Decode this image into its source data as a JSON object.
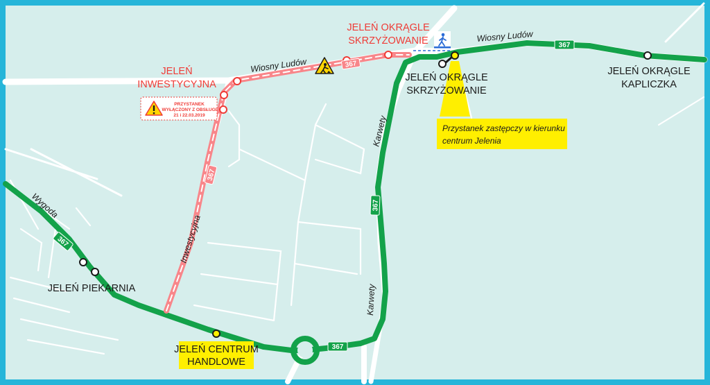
{
  "colors": {
    "frame": "#26b5d9",
    "land": "#d6eeec",
    "street": "#ffffff",
    "route": "#13a24a",
    "detour": "#f8868a",
    "detour_dash": "#ffffff",
    "accent_red": "#ef3b36",
    "highlight": "#ffef00"
  },
  "line_number": "367",
  "streets": {
    "wiosny_ludow_left": "Wiosny Ludów",
    "wiosny_ludow_right": "Wiosny Ludów",
    "inwestycyjna": "Inwestycyjna",
    "karwety_upper": "Karwety",
    "karwety_lower": "Karwety",
    "wygoda": "Wygoda"
  },
  "stops": {
    "inwestycyjna": {
      "line1": "JELEŃ",
      "line2": "INWESTYCYJNA"
    },
    "okragle_closed": {
      "line1": "JELEŃ OKRĄGLE",
      "line2": "SKRZYŻOWANIE"
    },
    "okragle": {
      "line1": "JELEŃ OKRĄGLE",
      "line2": "SKRZYŻOWANIE"
    },
    "kapliczka": {
      "line1": "JELEŃ OKRĄGLE",
      "line2": "KAPLICZKA"
    },
    "piekarnia": {
      "line1": "JELEŃ PIEKARNIA"
    },
    "centrum": {
      "line1": "JELEŃ CENTRUM",
      "line2": "HANDLOWE"
    }
  },
  "closure_notice": {
    "line1": "PRZYSTANEK",
    "line2": "WYŁĄCZONY Z OBSŁUGI",
    "line3": "21 i 22.03.2019"
  },
  "temporary_stop_note": {
    "line1": "Przystanek zastępczy w kierunku",
    "line2": "centrum Jelenia"
  },
  "icons": [
    "roadworks-icon",
    "pedestrian-crossing-icon",
    "warning-icon"
  ]
}
